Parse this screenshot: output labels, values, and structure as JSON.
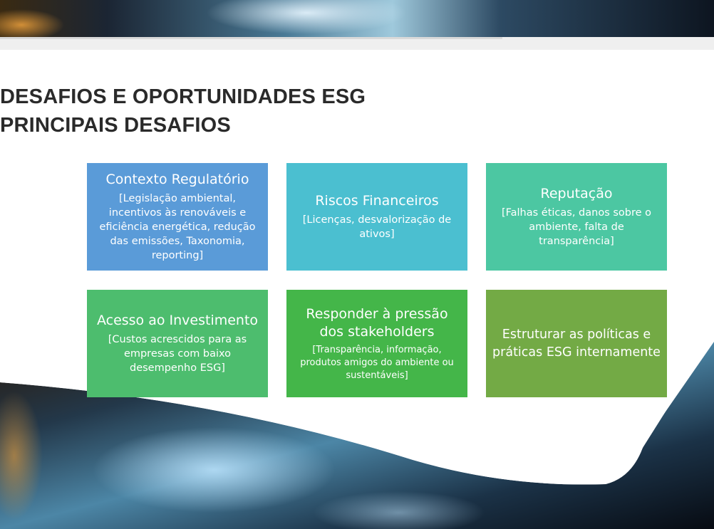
{
  "title": {
    "line1": "DESAFIOS E OPORTUNIDADES ESG",
    "line2": "PRINCIPAIS DESAFIOS"
  },
  "cards": [
    {
      "title": "Contexto Regulatório",
      "description": "[Legislação ambiental, incentivos às renováveis e eficiência energética, redução das emissões, Taxonomia, reporting]",
      "color": "#5a9bd8"
    },
    {
      "title": "Riscos Financeiros",
      "description": "[Licenças, desvalorização de ativos]",
      "color": "#4bbfd0"
    },
    {
      "title": "Reputação",
      "description": "[Falhas éticas, danos sobre o ambiente, falta de transparência]",
      "color": "#4cc7a2"
    },
    {
      "title": "Acesso ao Investimento",
      "description": "[Custos acrescidos para as empresas com baixo desempenho ESG]",
      "color": "#4dbd6e"
    },
    {
      "title": "Responder à pressão dos stakeholders",
      "description": "[Transparência, informação, produtos amigos do ambiente ou sustentáveis]",
      "color": "#44b649"
    },
    {
      "title": "Estruturar as políticas e práticas ESG internamente",
      "color": "#73aa45"
    }
  ]
}
